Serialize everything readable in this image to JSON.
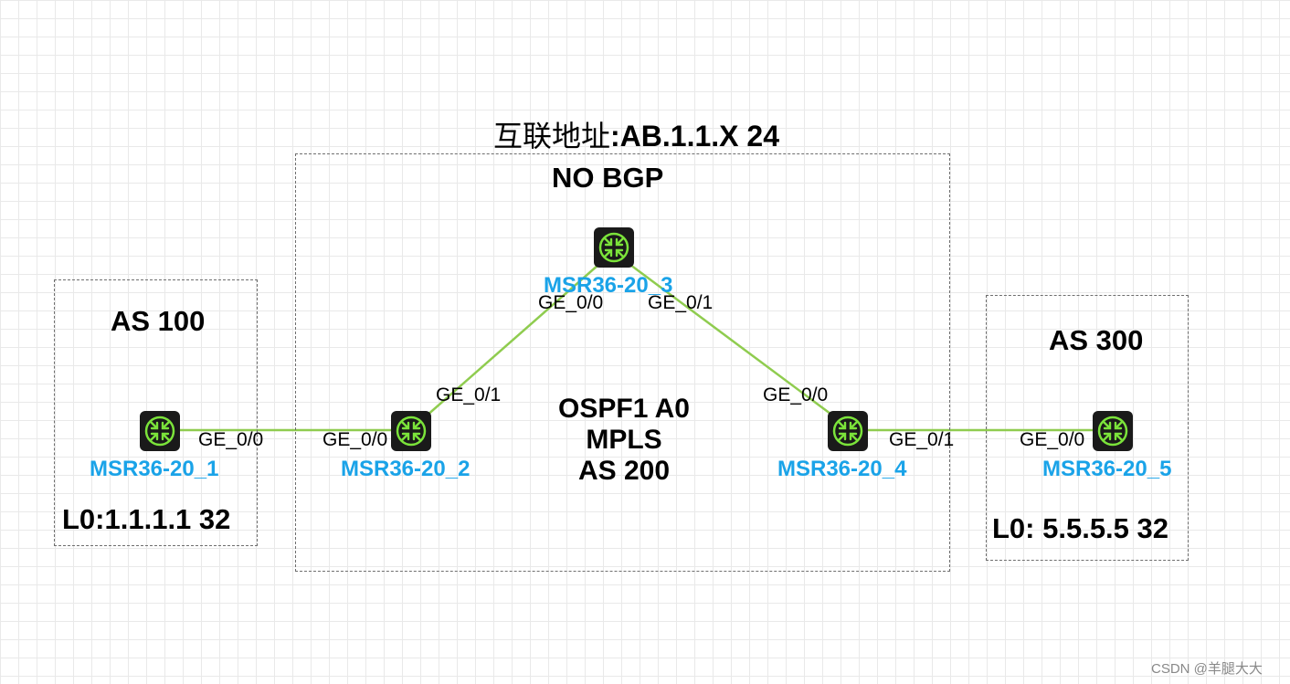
{
  "title": {
    "prefix": "互联地址",
    "suffix": ":AB.1.1.X 24"
  },
  "zones": {
    "as100": {
      "label": "AS 100",
      "loopback": "L0:1.1.1.1 32"
    },
    "core": {
      "label": "NO BGP",
      "line1": "OSPF1 A0",
      "line2": "MPLS",
      "line3": "AS 200"
    },
    "as300": {
      "label": "AS 300",
      "loopback": "L0: 5.5.5.5 32"
    }
  },
  "devices": {
    "r1": {
      "label": "MSR36-20_1"
    },
    "r2": {
      "label": "MSR36-20_2"
    },
    "r3": {
      "label": "MSR36-20_3"
    },
    "r4": {
      "label": "MSR36-20_4"
    },
    "r5": {
      "label": "MSR36-20_5"
    }
  },
  "ports": {
    "r1_ge00": "GE_0/0",
    "r2_ge00": "GE_0/0",
    "r2_ge01": "GE_0/1",
    "r3_ge00": "GE_0/0",
    "r3_ge01": "GE_0/1",
    "r4_ge00": "GE_0/0",
    "r4_ge01": "GE_0/1",
    "r5_ge00": "GE_0/0"
  },
  "colors": {
    "link": "#8fcc4f",
    "device_label": "#1aa3e8",
    "router_body": "#1a1a1a",
    "router_ring": "#7be33a"
  },
  "watermark": "CSDN @羊腿大大"
}
